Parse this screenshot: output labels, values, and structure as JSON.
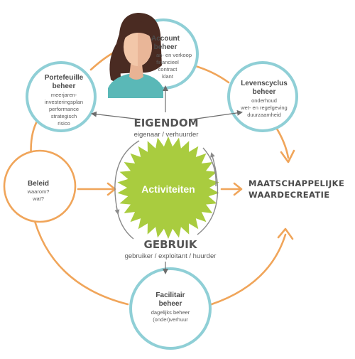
{
  "colors": {
    "cycle_orange": "#f0a55a",
    "circle_border": "#8fcfd6",
    "circle_fill": "#ffffff",
    "burst_fill": "#a9cc3f",
    "burst_text": "#ffffff",
    "text_dark": "#4a4a4a",
    "arrow_gray": "#6d6d6d",
    "skin": "#f2c7a9",
    "hair": "#4a2b22",
    "shirt": "#5ab8b7"
  },
  "account": {
    "title_line1": "Account",
    "title_line2": "beheer",
    "lines": [
      "an- en verkoop",
      "financieel",
      "contract",
      "klant"
    ]
  },
  "portefeuille": {
    "title_line1": "Portefeuille",
    "title_line2": "beheer",
    "lines": [
      "meerjaren-",
      "investeringsplan",
      "performance",
      "strategisch",
      "risico"
    ]
  },
  "levenscyclus": {
    "title_line1": "Levenscyclus",
    "title_line2": "beheer",
    "lines": [
      "onderhoud",
      "wet- en regelgeving",
      "duurzaamheid"
    ]
  },
  "beleid": {
    "title": "Beleid",
    "lines": [
      "waarom?",
      "wat?"
    ]
  },
  "facilitair": {
    "title_line1": "Facilitair",
    "title_line2": "beheer",
    "lines": [
      "dagelijks beheer",
      "(onder)verhuur"
    ]
  },
  "eigendom": {
    "heading": "EIGENDOM",
    "sub": "eigenaar / verhuurder"
  },
  "gebruik": {
    "heading": "GEBRUIK",
    "sub": "gebruiker / exploitant / huurder"
  },
  "center": {
    "label": "Activiteiten"
  },
  "outcome": {
    "line1": "MAATSCHAPPELIJKE",
    "line2": "WAARDECREATIE"
  },
  "icons": {
    "person": "woman-avatar-icon",
    "burst": "starburst-icon"
  }
}
